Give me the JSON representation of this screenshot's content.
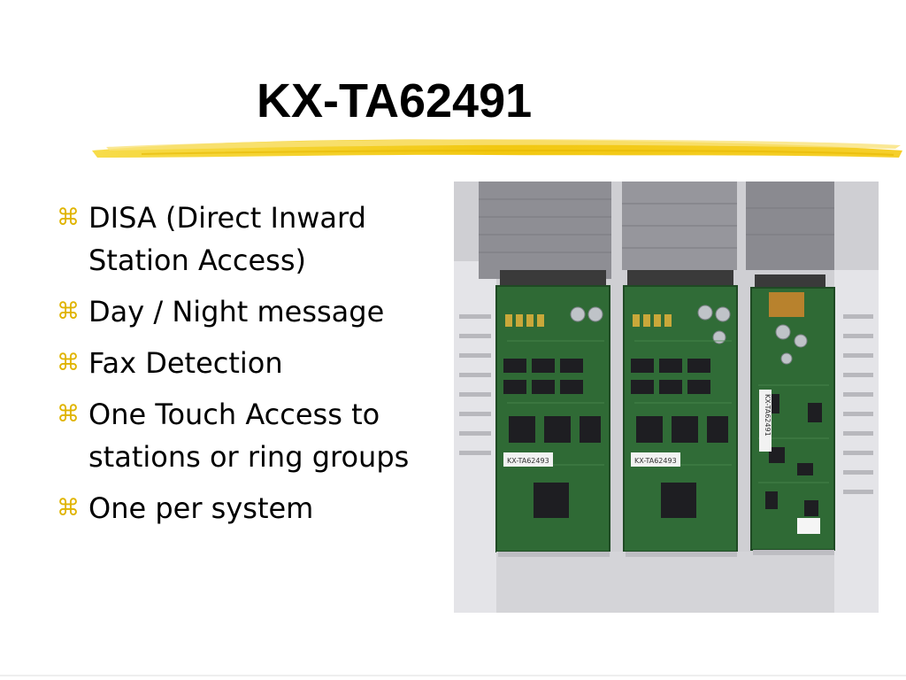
{
  "slide": {
    "title": "KX-TA62491",
    "bullet_icon": "command-key-icon",
    "bullets": [
      "DISA (Direct Inward Station Access)",
      "Day / Night message",
      "Fax Detection",
      "One Touch Access to stations or ring groups",
      "One per system"
    ],
    "colors": {
      "accent": "#f2c811",
      "bullet": "#e0b400"
    },
    "photo": {
      "board_labels": [
        "KX-TA62493",
        "KX-TA62493",
        "KX-TA62491"
      ]
    }
  }
}
